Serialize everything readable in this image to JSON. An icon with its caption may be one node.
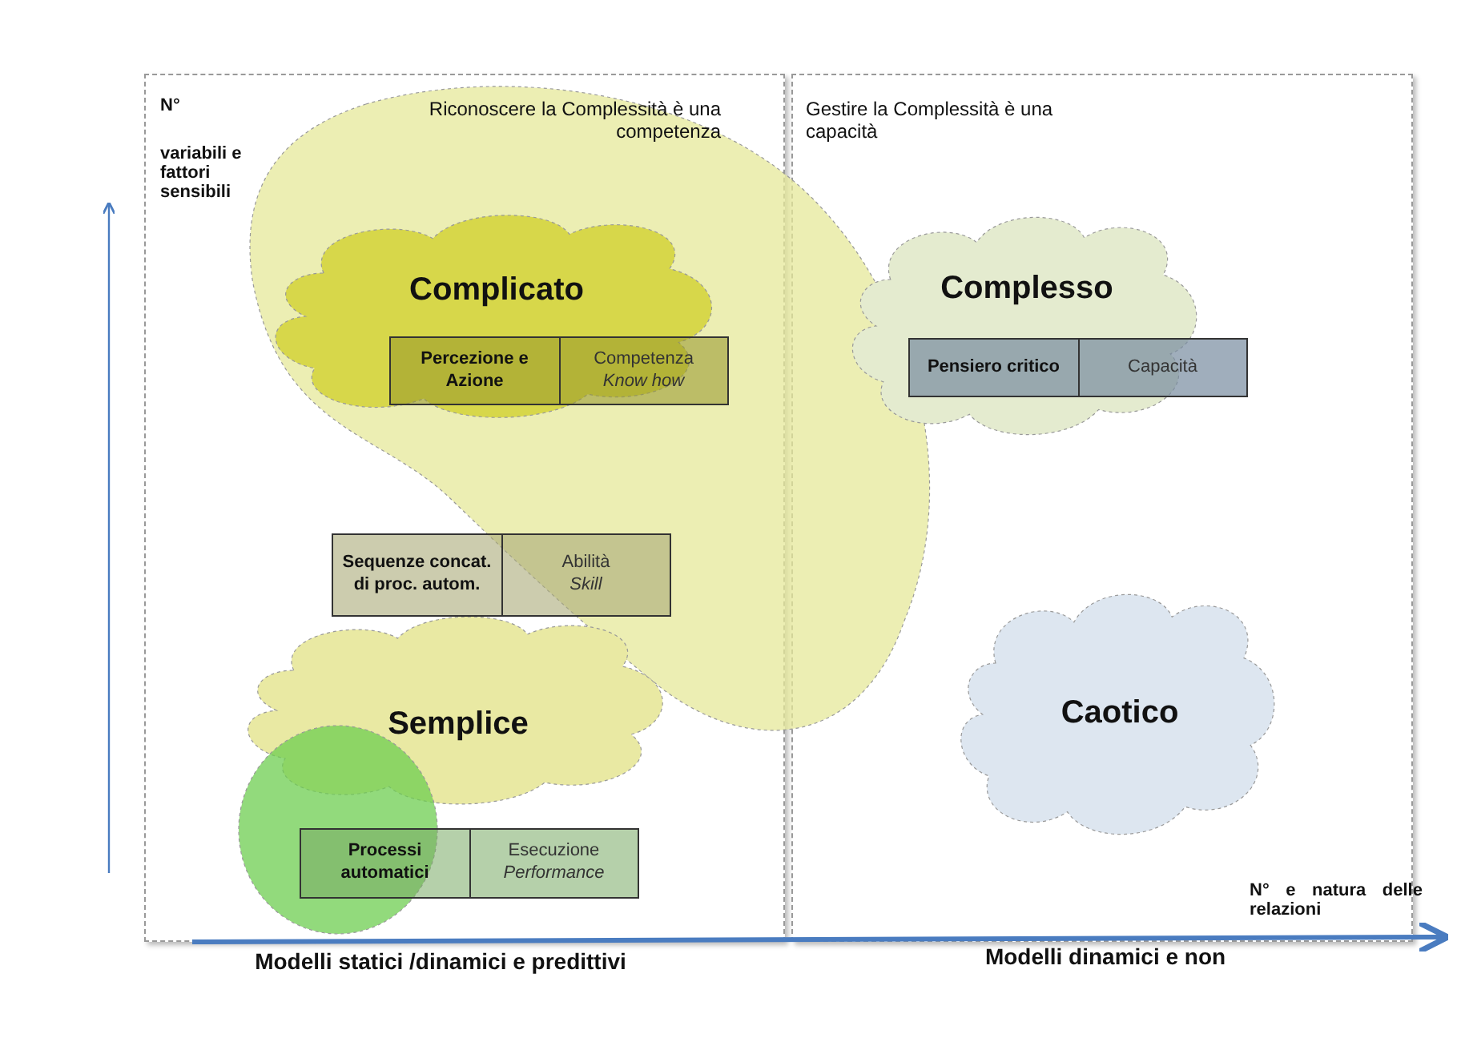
{
  "diagram": {
    "nodes": [
      {
        "text": [],
        "shape": "box"
      },
      {
        "text": [],
        "shape": "box"
      },
      {
        "text": [],
        "shape": "blob"
      },
      {
        "text": [
          "Complicato"
        ]
      },
      {
        "text": [
          "Percezione e Azione",
          "Competenza *Know how*"
        ],
        "in": 3
      },
      {
        "text": [
          "Complesso"
        ],
        "in": 1
      },
      {
        "text": [
          "Pensiero critico",
          "Capacità"
        ],
        "in": 1
      },
      {
        "text": [
          "Sequenze concat. di proc. autom.",
          "Abilità *Skill*"
        ],
        "in": 0
      },
      {
        "text": [
          "Semplice"
        ],
        "in": 0
      },
      {
        "text": [],
        "shape": "circle",
        "in": 0
      },
      {
        "text": [
          "Processi automatici",
          "Esecuzione *Performance*"
        ],
        "in": 0
      },
      {
        "text": [
          "Caotico"
        ],
        "in": 1
      }
    ],
    "labels": [
      "N°",
      "variabili e fattori sensibili",
      "Riconoscere la Complessità è una competenza",
      "Gestire la Complessità è una capacità",
      "N° e natura delle relazioni",
      "Modelli statici /dinamici e predittivi",
      "Modelli dinamici e non"
    ]
  }
}
